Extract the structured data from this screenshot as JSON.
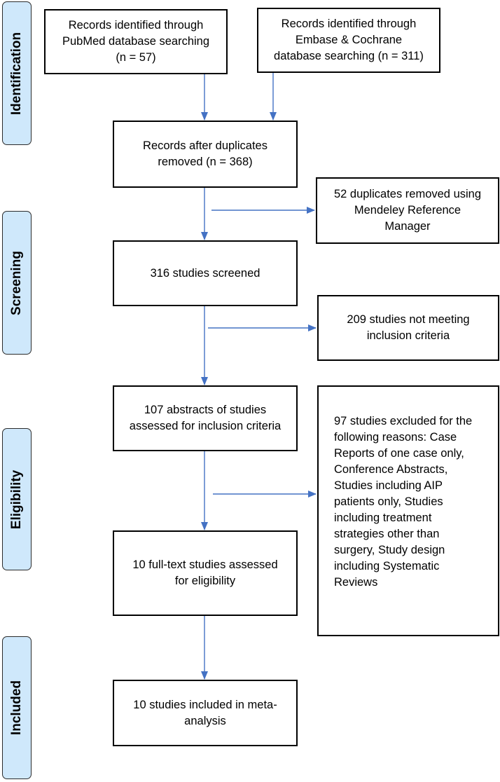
{
  "stages": {
    "identification": "Identification",
    "screening": "Screening",
    "eligibility": "Eligibility",
    "included": "Included"
  },
  "boxes": {
    "pubmed": "Records identified through\nPubMed database searching\n(n = 57)",
    "embase": "Records identified through\nEmbase & Cochrane\ndatabase searching (n = 311)",
    "after_duplicates": "Records after duplicates\nremoved (n = 368)",
    "duplicates_removed": "52 duplicates removed using\nMendeley Reference\nManager",
    "screened": "316 studies screened",
    "not_meeting": "209 studies not meeting\ninclusion criteria",
    "abstracts": "107 abstracts of studies\nassessed for inclusion criteria",
    "excluded_reasons": "97 studies excluded for the\nfollowing reasons: Case\nReports of one case only,\nConference  Abstracts,\nStudies including AIP\npatients only, Studies\nincluding treatment\nstrategies other than\nsurgery, Study design\nincluding Systematic\nReviews",
    "full_text": "10 full-text studies assessed\nfor eligibility",
    "included": "10 studies included in meta-\nanalysis"
  },
  "colors": {
    "stage_fill": "#cfe8fb",
    "arrow": "#4472c4"
  }
}
